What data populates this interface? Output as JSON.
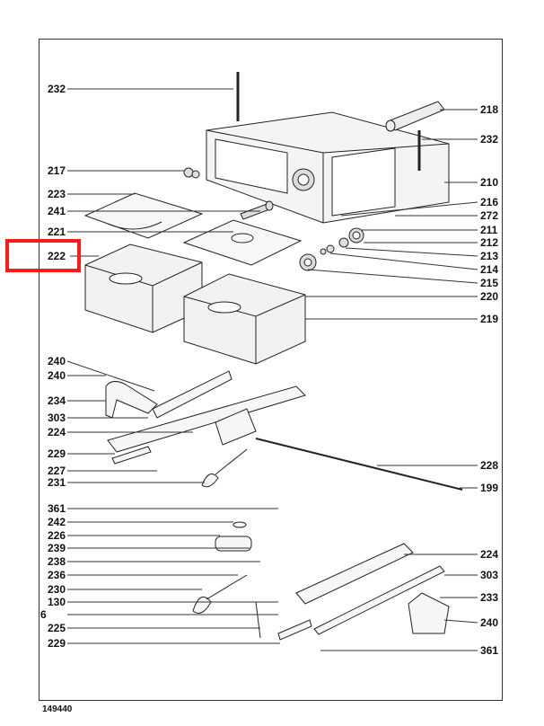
{
  "document_number": "149440",
  "highlight_color": "#ff1a1a",
  "highlighted_label": "222",
  "left_labels": [
    "232",
    "217",
    "223",
    "241",
    "221",
    "222",
    "240",
    "240",
    "234",
    "303",
    "224",
    "229",
    "227",
    "231",
    "361",
    "242",
    "226",
    "239",
    "238",
    "236",
    "230",
    "130",
    "6",
    "225",
    "229"
  ],
  "right_labels": [
    "218",
    "232",
    "210",
    "216",
    "272",
    "211",
    "212",
    "213",
    "214",
    "215",
    "220",
    "219",
    "228",
    "199",
    "224",
    "303",
    "233",
    "240",
    "361"
  ]
}
